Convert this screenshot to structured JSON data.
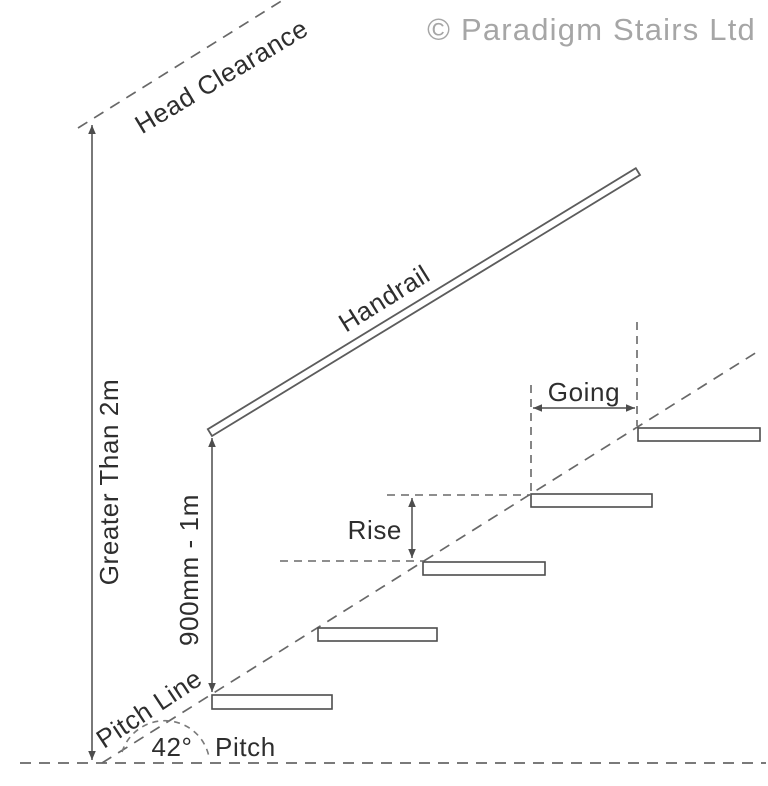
{
  "watermark": {
    "text": "© Paradigm Stairs Ltd"
  },
  "labels": {
    "head_clearance": "Head Clearance",
    "handrail": "Handrail",
    "going": "Going",
    "rise": "Rise",
    "clearance_height": "Greater Than 2m",
    "handrail_height": "900mm - 1m",
    "pitch_line": "Pitch Line",
    "pitch_angle": "42°",
    "pitch": "Pitch"
  },
  "diagram": {
    "type": "stair-terminology-diagram",
    "treads_count": 5
  },
  "colors": {
    "ink": "#2e2e2e",
    "line": "#4d4d4d",
    "dashed": "#686868",
    "watermark": "#a6a6a6",
    "background": "#ffffff"
  }
}
